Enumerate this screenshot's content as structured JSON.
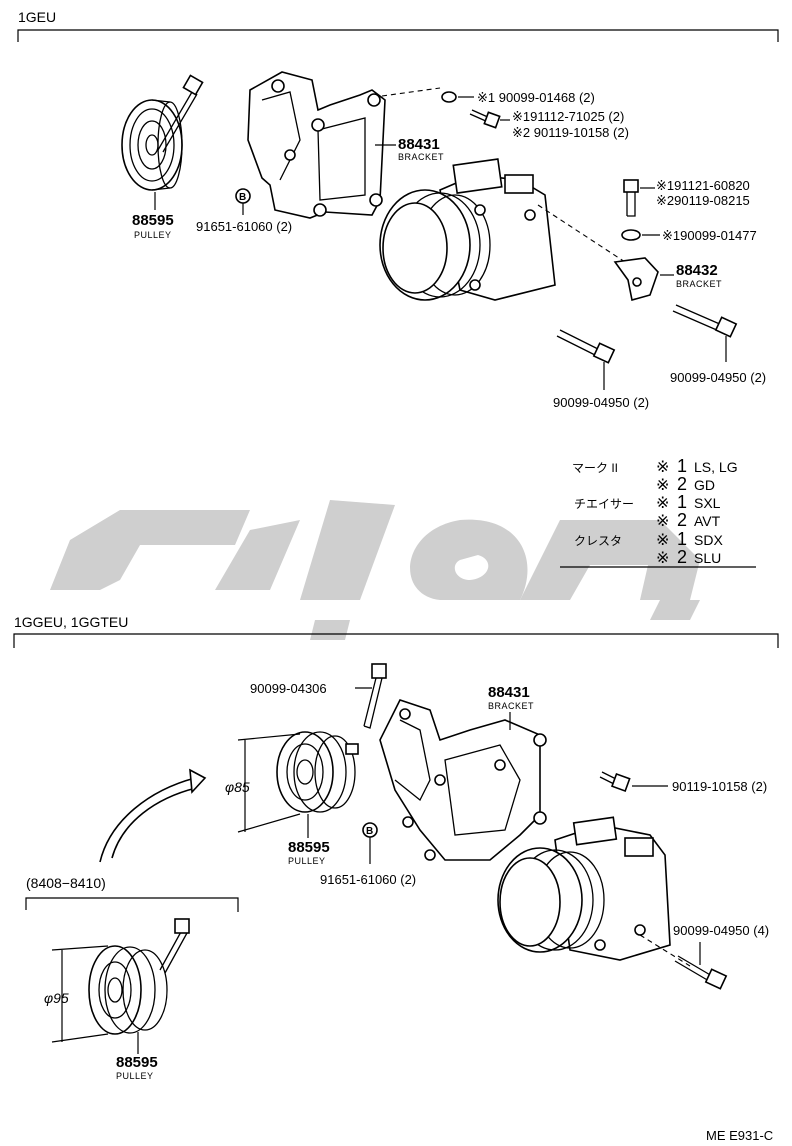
{
  "sections": {
    "top": {
      "title": "1GEU"
    },
    "bottom": {
      "title": "1GGEU, 1GGTEU"
    },
    "inset": {
      "title": "(8408−8410)"
    }
  },
  "top_labels": {
    "pulley_num": "88595",
    "pulley_name": "PULLEY",
    "bracket_num": "88431",
    "bracket_name": "BRACKET",
    "stud": "91651-61060 (2)",
    "washer": "※1  90099-01468 (2)",
    "bolt_a1": "※191112-71025 (2)",
    "bolt_a2": "※2 90119-10158 (2)",
    "bolt_b1": "※191121-60820",
    "bolt_b2": "※290119-08215",
    "washer_b": "※190099-01477",
    "bracket2_num": "88432",
    "bracket2_name": "BRACKET",
    "bolt_c": "90099-04950 (2)",
    "bolt_d": "90099-04950 (2)"
  },
  "legend": {
    "rows": [
      {
        "model": "マーク II",
        "mark": "※",
        "num": "1",
        "grades": "LS, LG"
      },
      {
        "model": "",
        "mark": "※",
        "num": "2",
        "grades": "GD"
      },
      {
        "model": "チエイサー",
        "mark": "※",
        "num": "1",
        "grades": "SXL"
      },
      {
        "model": "",
        "mark": "※",
        "num": "2",
        "grades": "AVT"
      },
      {
        "model": "クレスタ",
        "mark": "※",
        "num": "1",
        "grades": "SDX"
      },
      {
        "model": "",
        "mark": "※",
        "num": "2",
        "grades": "SLU"
      }
    ]
  },
  "bottom_labels": {
    "bolt_top": "90099-04306",
    "bracket_num": "88431",
    "bracket_name": "BRACKET",
    "dim1": "φ85",
    "pulley_num": "88595",
    "pulley_name": "PULLEY",
    "stud": "91651-61060 (2)",
    "bolt_right": "90119-10158 (2)",
    "bolt_comp": "90099-04950 (4)",
    "dim2": "φ95",
    "pulley2_num": "88595",
    "pulley2_name": "PULLEY"
  },
  "b_marker": "B",
  "footer": {
    "code": "ME E931-C"
  },
  "watermark": {
    "color": "#cfcfcf"
  }
}
